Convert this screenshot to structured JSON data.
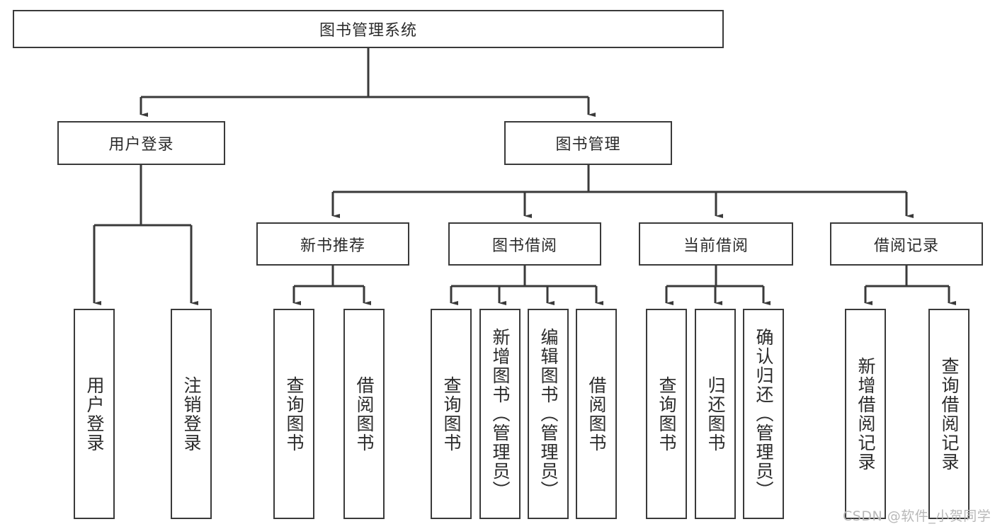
{
  "diagram": {
    "title": "图书管理系统",
    "type": "hierarchy-tree",
    "root": {
      "label": "图书管理系统"
    },
    "level2": [
      {
        "label": "用户登录"
      },
      {
        "label": "图书管理"
      }
    ],
    "level3": [
      {
        "label": "新书推荐"
      },
      {
        "label": "图书借阅"
      },
      {
        "label": "当前借阅"
      },
      {
        "label": "借阅记录"
      }
    ],
    "leaves": {
      "user_login": [
        {
          "label": "用户登录"
        },
        {
          "label": "注销登录"
        }
      ],
      "new_book_recommend": [
        {
          "label": "查询图书"
        },
        {
          "label": "借阅图书"
        }
      ],
      "book_borrow": [
        {
          "label": "查询图书"
        },
        {
          "label": "新增图书（管理员）"
        },
        {
          "label": "编辑图书（管理员）"
        },
        {
          "label": "借阅图书"
        }
      ],
      "current_borrow": [
        {
          "label": "查询图书"
        },
        {
          "label": "归还图书"
        },
        {
          "label": "确认归还（管理员）"
        }
      ],
      "borrow_record": [
        {
          "label": "新增借阅记录"
        },
        {
          "label": "查询借阅记录"
        }
      ]
    }
  },
  "watermark": {
    "text": "CSDN @软件_小贺同学"
  },
  "colors": {
    "box_border": "#3a3a3a",
    "line": "#3a3a3a",
    "text": "#2b2b2b",
    "background": "#ffffff",
    "watermark": "#b8b8b8"
  }
}
